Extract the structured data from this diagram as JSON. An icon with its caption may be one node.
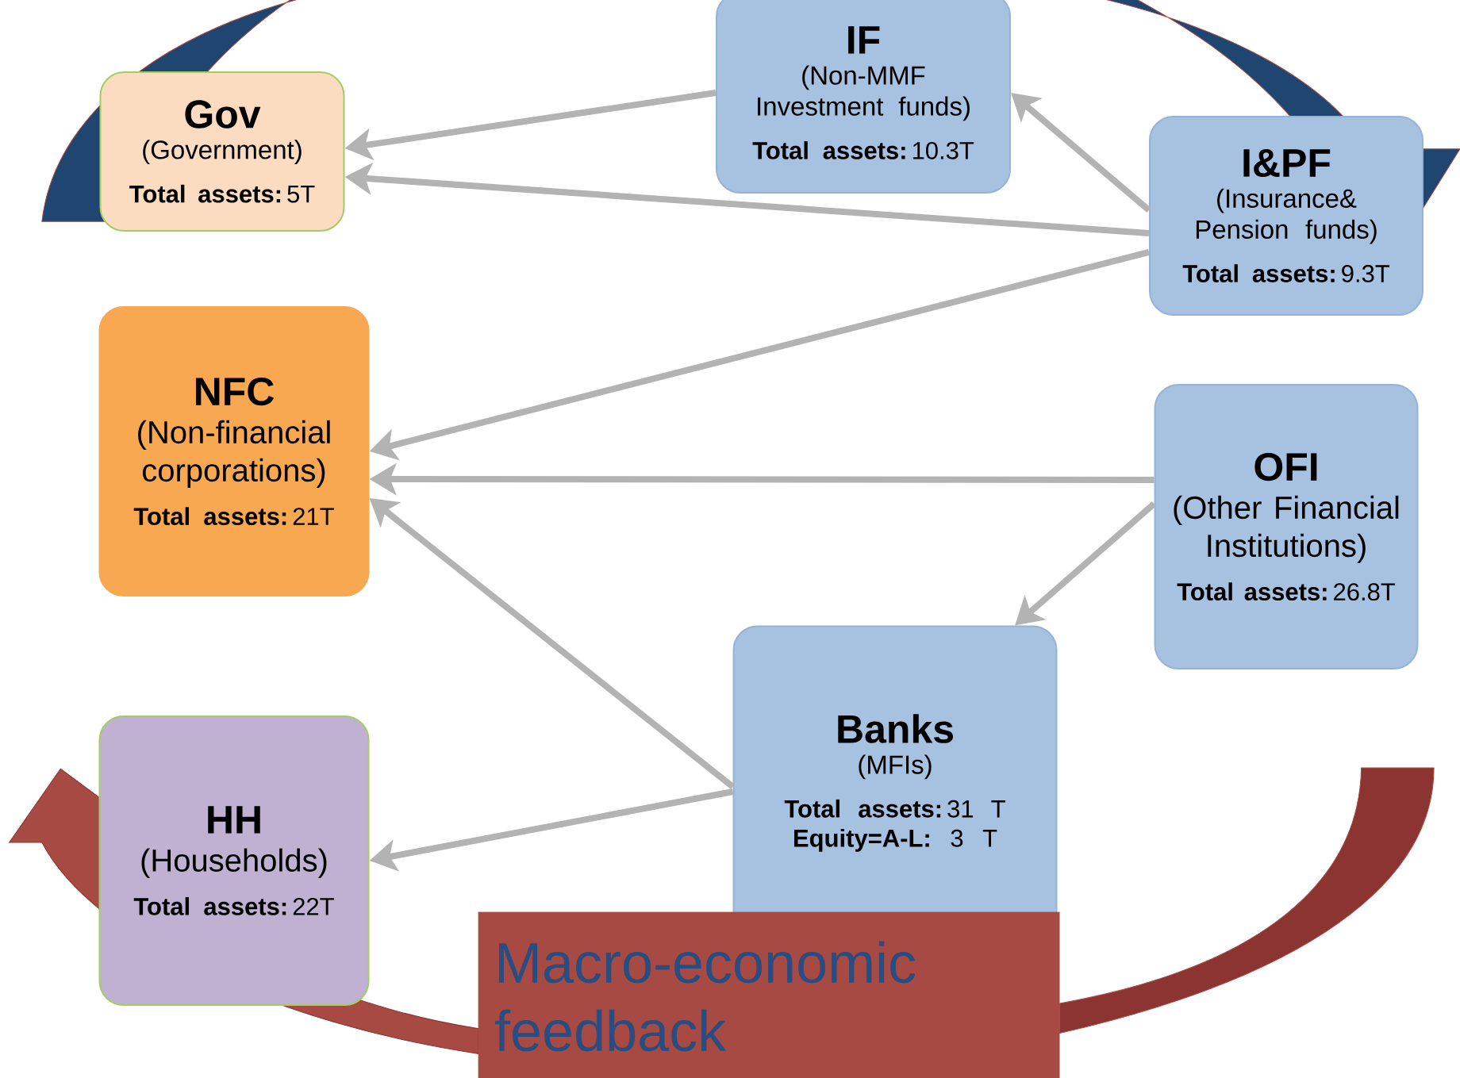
{
  "diagram": {
    "nodes": [
      {
        "text": [
          "Gov",
          "(Government)",
          "**Total assets:** 5T"
        ]
      },
      {
        "text": [
          "IF",
          "(Non-MMF Investment funds)",
          "**Total assets:** 10.3T"
        ]
      },
      {
        "text": [
          "I&PF",
          "(Insurance& Pension funds)",
          "**Total assets:** 9.3T"
        ]
      },
      {
        "text": [
          "NFC",
          "(Non-financial corporations)",
          "**Total assets:** 21T"
        ]
      },
      {
        "text": [
          "OFI",
          "(Other Financial Institutions)",
          "**Total assets:** 26.8T"
        ]
      },
      {
        "text": [
          "Banks",
          "(MFIs)",
          "**Total assets:** 31 T",
          "**Equity=A-L:** 3 T"
        ]
      },
      {
        "text": [
          "HH",
          "(Households)",
          "**Total assets:** 22T"
        ]
      },
      {
        "text": [
          "Macro-economic feedback"
        ]
      }
    ],
    "edges": [
      {
        "from": 1,
        "to": 0,
        "arrow": "to"
      },
      {
        "from": 2,
        "to": 0,
        "arrow": "to"
      },
      {
        "from": 2,
        "to": 1,
        "arrow": "to"
      },
      {
        "from": 2,
        "to": 3,
        "arrow": "to"
      },
      {
        "from": 4,
        "to": 3,
        "arrow": "to"
      },
      {
        "from": 4,
        "to": 5,
        "arrow": "to"
      },
      {
        "from": 5,
        "to": 3,
        "arrow": "to"
      },
      {
        "from": 5,
        "to": 6,
        "arrow": "to"
      }
    ]
  }
}
